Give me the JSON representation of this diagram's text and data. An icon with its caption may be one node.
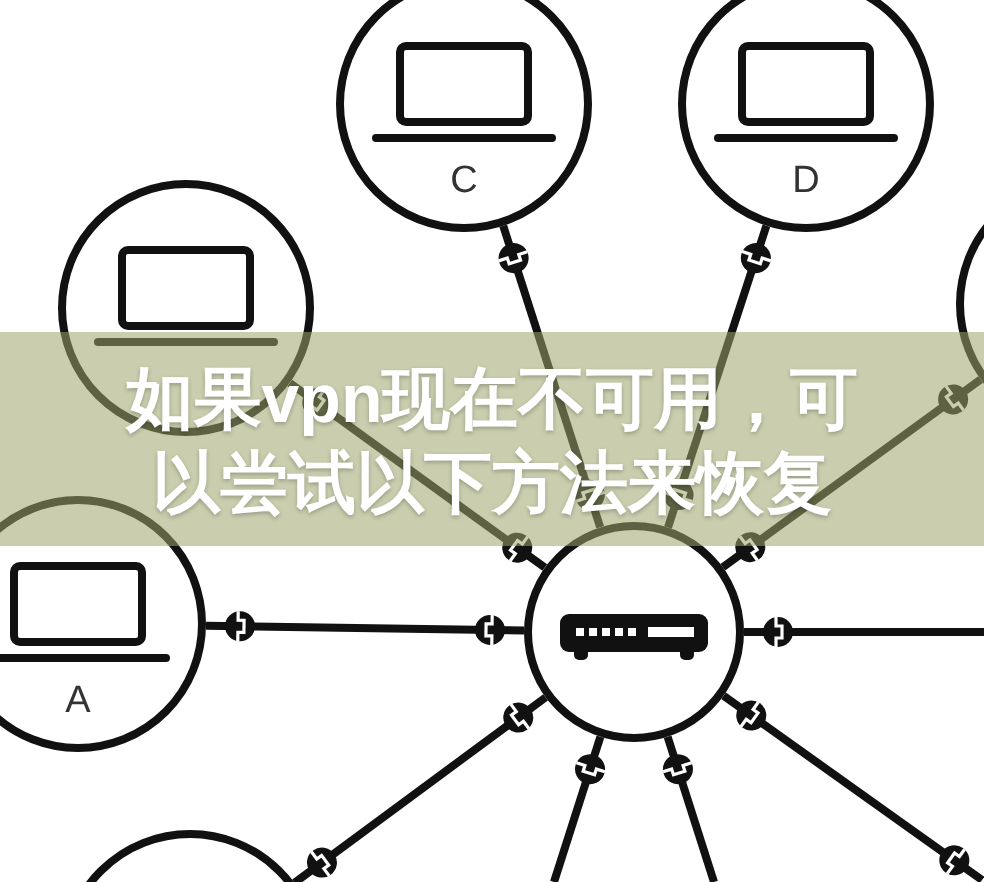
{
  "diagram": {
    "title": "如果vpn现在不可用，可以尝试以下方法来恢复",
    "nodes": [
      {
        "text": [
          "C"
        ]
      },
      {
        "text": [
          "D"
        ]
      },
      {
        "text": [],
        "shape": "circle"
      },
      {
        "text": [],
        "shape": "circle"
      },
      {
        "text": [
          "A"
        ]
      },
      {
        "text": [],
        "shape": "circle"
      },
      {
        "text": [],
        "shape": "circle"
      }
    ],
    "edges": [
      {
        "from": 0,
        "to": 5,
        "arrow": "other"
      },
      {
        "from": 1,
        "to": 5,
        "arrow": "other"
      },
      {
        "from": 2,
        "to": 5,
        "arrow": "other"
      },
      {
        "from": 3,
        "to": 5,
        "arrow": "other"
      },
      {
        "from": 4,
        "to": 5,
        "arrow": "other"
      },
      {
        "from": 5,
        "to": null,
        "arrow": "other"
      },
      {
        "from": 6,
        "to": 5,
        "arrow": "other"
      },
      {
        "from": 5,
        "to": null,
        "arrow": "other"
      },
      {
        "from": 5,
        "to": null,
        "arrow": "other"
      },
      {
        "from": 5,
        "to": null,
        "arrow": "other"
      }
    ]
  }
}
